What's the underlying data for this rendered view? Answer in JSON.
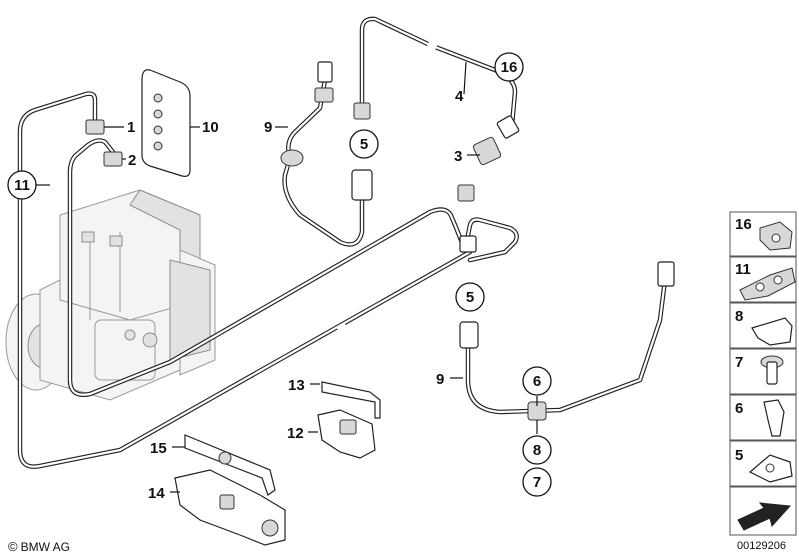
{
  "callouts": {
    "c1": "1",
    "c2": "2",
    "c3": "3",
    "c4": "4",
    "c5a": "5",
    "c5b": "5",
    "c6": "6",
    "c7": "7",
    "c8": "8",
    "c9a": "9",
    "c9b": "9",
    "c10": "10",
    "c11": "11",
    "c12": "12",
    "c13": "13",
    "c14": "14",
    "c15": "15",
    "c16": "16"
  },
  "sidebar": {
    "items": [
      {
        "label": "16"
      },
      {
        "label": "11"
      },
      {
        "label": "8"
      },
      {
        "label": "7"
      },
      {
        "label": "6"
      },
      {
        "label": "5"
      }
    ]
  },
  "footer": {
    "copyright_symbol": "©",
    "brand": "BMW AG",
    "image_number": "00129206"
  }
}
